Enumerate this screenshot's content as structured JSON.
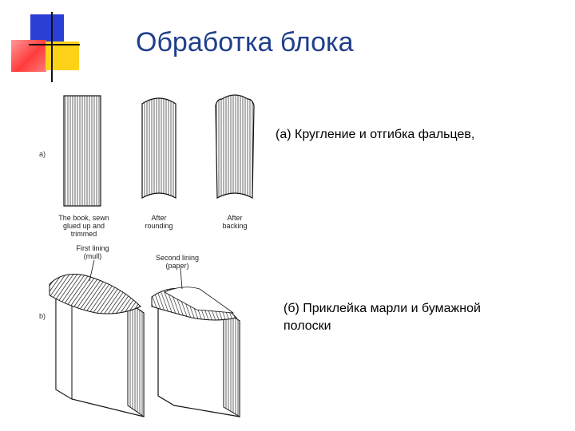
{
  "slide": {
    "title": "Обработка блока",
    "caption_a": "(а) Кругление и отгибка фальцев,",
    "caption_b": "(б) Приклейка марли и бумажной полоски"
  },
  "figure": {
    "part_a_letter": "a)",
    "part_b_letter": "b)",
    "labels": {
      "trimmed": "The book, sewn glued up and trimmed",
      "rounding": "After rounding",
      "backing": "After backing",
      "first_lining": "First lining (mull)",
      "second_lining": "Second lining (paper)"
    }
  },
  "colors": {
    "title": "#1f3f8c",
    "deco_blue": "#2b3fd6",
    "deco_yellow": "#ffd21a",
    "deco_red": "#ff3b3b",
    "deco_line": "#111111"
  }
}
